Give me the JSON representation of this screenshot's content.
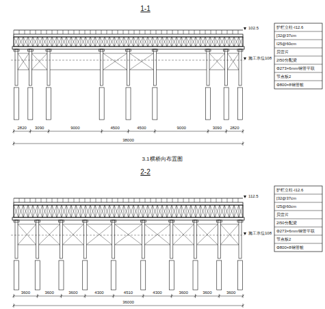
{
  "diagram": {
    "caption": "3.1横桥向布置图",
    "labels": [
      "1-1",
      "102.5",
      "施工水位108",
      "护栏立柱-I12.6",
      "[32@37cm",
      "I25@60cm",
      "贝雷片",
      "2I50分配梁",
      "Φ273×6mm钢管平联",
      "节点板2",
      "Φ800×8钢管桩",
      "2820",
      "3090",
      "9000",
      "4500",
      "4500",
      "9000",
      "3090",
      "2820",
      "38000",
      "2-2",
      "112.5",
      "施工水位108",
      "护栏立柱-I12.6",
      "[32@37cm",
      "I25@60cm",
      "贝雷片",
      "2I50分配梁",
      "Φ273×6mm钢管平联",
      "节点板2",
      "Φ800×8钢管桩",
      "3600",
      "3600",
      "3600",
      "4300",
      "4510",
      "4300",
      "3600",
      "3600",
      "3600",
      "36000"
    ]
  }
}
